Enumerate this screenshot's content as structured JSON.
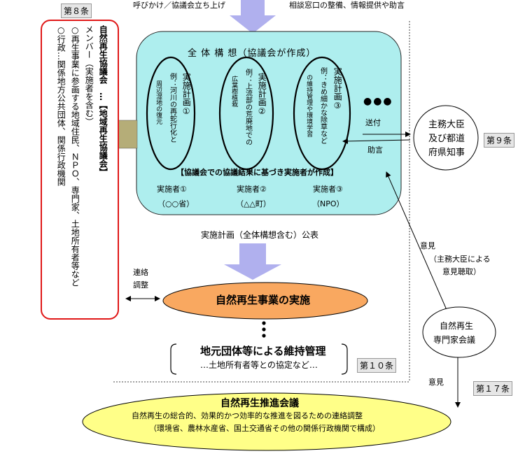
{
  "header": {
    "left_note": "呼びかけ／協議会立ち上げ",
    "right_note": "相談窓口の整備、情報提供や助言"
  },
  "council": {
    "article": "第８条",
    "lines": [
      "自然再生協議会　…【地域再生協議会】",
      "メンバー（実施者を含む）",
      "○再生事業に参画する地域住民、ＮＰＯ、専門家、土地所有者等など",
      "○行政…関係地方公共団体、関係行政機関"
    ]
  },
  "plan": {
    "title": "全 体 構 想（協議会が作成）",
    "plans": [
      {
        "title": "実施計画①",
        "example": "例：河川の再蛇行化と",
        "detail": "周辺湿地の復元"
      },
      {
        "title": "実施計画②",
        "example": "例：上流部の荒廃地での",
        "detail": "広葉樹植栽"
      },
      {
        "title": "実施計画③",
        "example": "例：きめ細かな除草など",
        "detail": "の維持管理や環境学習"
      }
    ],
    "dots": "●●●",
    "send_label": "送付",
    "advice_label": "助言",
    "footer": "【協議会での協議結果に基づき実施者が作成】",
    "implementers": [
      {
        "name": "実施者①",
        "org": "（○○省）"
      },
      {
        "name": "実施者②",
        "org": "（△△町）"
      },
      {
        "name": "実施者③",
        "org": "（NPO）"
      }
    ]
  },
  "minister": {
    "line1": "主務大臣",
    "line2": "及び都道",
    "line3": "府県知事",
    "article": "第９条"
  },
  "publish": {
    "label": "実施計画（全体構想含む）公表"
  },
  "liaison": {
    "line1": "連絡",
    "line2": "調整"
  },
  "implementation": {
    "label": "自然再生事業の実施"
  },
  "maintenance": {
    "title": "地元団体等による維持管理",
    "sub": "…土地所有者等との協定など…",
    "article": "第１０条"
  },
  "opinion": {
    "label": "意見",
    "sub1": "（主務大臣による",
    "sub2": "意見聴取）"
  },
  "expert": {
    "line1": "自然再生",
    "line2": "専門家会議"
  },
  "opinion2": {
    "label": "意見"
  },
  "promotion": {
    "article": "第１７条",
    "title": "自然再生推進会議",
    "line1": "自然再生の総合的、効果的かつ効率的な推進を図るための連絡調整",
    "line2": "（環境省、農林水産省、国土交通省その他の関係行政機関で構成）"
  },
  "colors": {
    "panel": "#aeeeee",
    "arrow": "#b0b0ee",
    "implementation_fill": "#f9a860",
    "promotion_fill": "#ffff88",
    "council_border": "#e01818"
  }
}
